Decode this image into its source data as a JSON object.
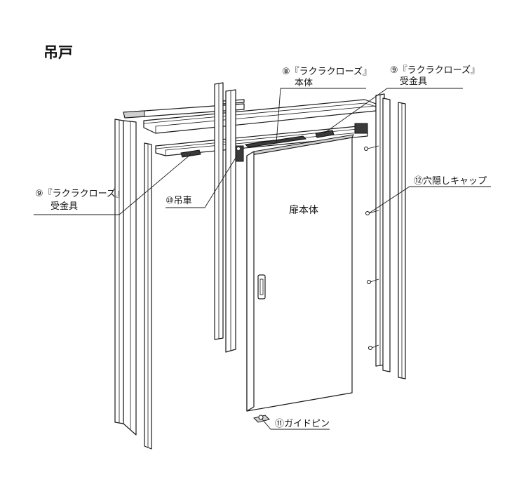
{
  "title": "吊戸",
  "labels": {
    "part8_line1": "⑧『ラクラクローズ』",
    "part8_line2": "本体",
    "part9_right_line1": "⑨『ラクラクローズ』",
    "part9_right_line2": "受金具",
    "part9_left_line1": "⑨『ラクラクローズ』",
    "part9_left_line2": "受金具",
    "part10": "⑩吊車",
    "part11": "⑪ガイドピン",
    "part12": "⑫穴隠しキャップ",
    "door_panel": "扉本体"
  }
}
